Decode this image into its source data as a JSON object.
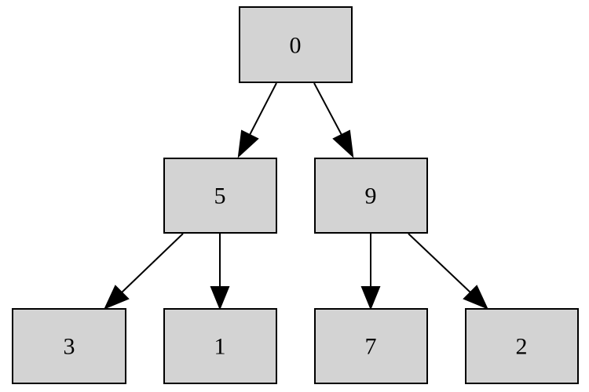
{
  "nodes": [
    {
      "id": "n0",
      "label": "0"
    },
    {
      "id": "n5",
      "label": "5"
    },
    {
      "id": "n9",
      "label": "9"
    },
    {
      "id": "n3",
      "label": "3"
    },
    {
      "id": "n1",
      "label": "1"
    },
    {
      "id": "n7",
      "label": "7"
    },
    {
      "id": "n2",
      "label": "2"
    }
  ],
  "edges": [
    {
      "from": "n0",
      "to": "n5"
    },
    {
      "from": "n0",
      "to": "n9"
    },
    {
      "from": "n5",
      "to": "n3"
    },
    {
      "from": "n5",
      "to": "n1"
    },
    {
      "from": "n9",
      "to": "n7"
    },
    {
      "from": "n9",
      "to": "n2"
    }
  ],
  "colors": {
    "node_fill": "#d3d3d3",
    "stroke": "#000000",
    "background": "#ffffff"
  }
}
